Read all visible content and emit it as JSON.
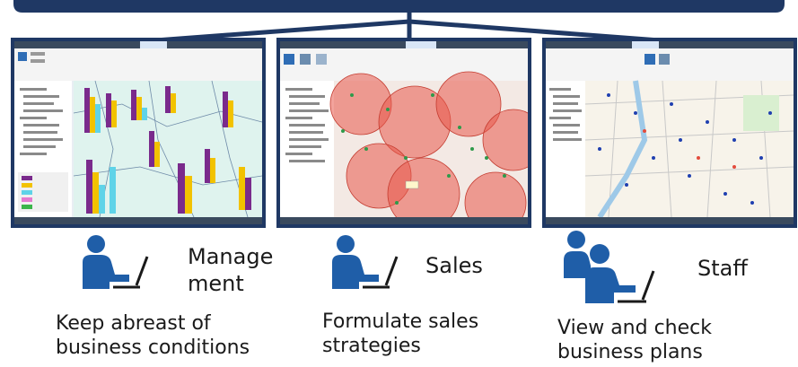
{
  "roles": [
    {
      "name": "Management",
      "name_line1": "Manage",
      "name_line2": "ment",
      "desc_line1": "Keep abreast of",
      "desc_line2": "business conditions"
    },
    {
      "name": "Sales",
      "desc_line1": "Formulate sales",
      "desc_line2": "strategies"
    },
    {
      "name": "Staff",
      "desc_line1": "View and check",
      "desc_line2": "business plans"
    }
  ],
  "panels": [
    {
      "content": "bar charts over map"
    },
    {
      "content": "circular coverage areas over map"
    },
    {
      "content": "point markers over street map"
    }
  ],
  "colors": {
    "frame": "#1f3864",
    "person": "#1f5ea8",
    "bar_purple": "#7a2a8c",
    "bar_yellow": "#f2c200",
    "bar_cyan": "#5fd3e8",
    "circle_red": "#e8574a",
    "point_blue": "#1f3fb0"
  }
}
